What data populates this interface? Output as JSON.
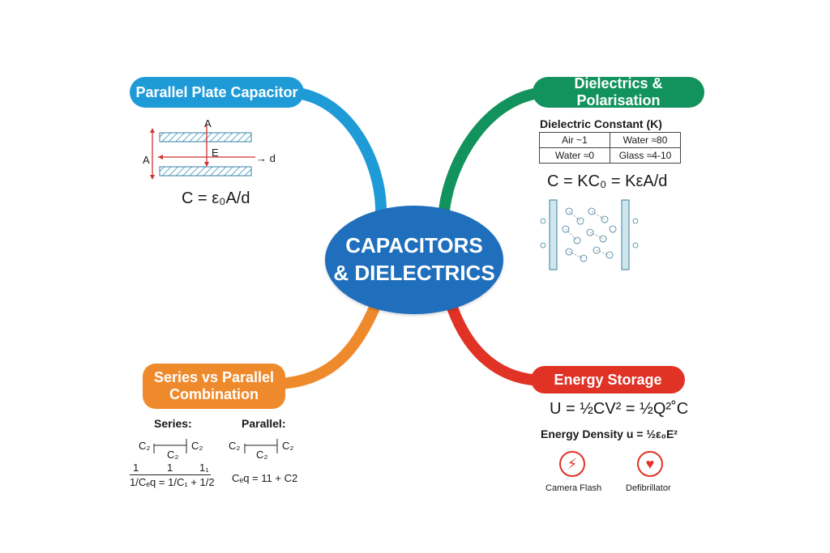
{
  "center": {
    "line1": "CAPACITORS",
    "line2": "& DIELECTRICS"
  },
  "colors": {
    "parallel_blue": "#1e9bd7",
    "dielectric_green": "#12925c",
    "series_orange": "#ef8a2c",
    "energy_red": "#e03225",
    "center_blue": "#1f6fbd"
  },
  "parallel_plate": {
    "title": "Parallel Plate Capacitor",
    "label_A_top": "A",
    "label_A_left": "A",
    "label_E": "E",
    "label_d": "→ d",
    "formula": "C = ε₀A/d"
  },
  "dielectrics": {
    "title": "Dielectrics & Polarisation",
    "table_title": "Dielectric Constant (K)",
    "table": [
      [
        "Air ~1",
        "Water ≈80"
      ],
      [
        "Water ≈0",
        "Glass ≈4-10"
      ]
    ],
    "formula": "C = KC₀ = KεA/d"
  },
  "series_parallel": {
    "title_line1": "Series vs Parallel",
    "title_line2": "Combination",
    "series_label": "Series:",
    "parallel_label": "Parallel:",
    "series_c_left": "C₂",
    "series_c_right": "C₂",
    "series_c_bottom": "C₂",
    "parallel_c_left": "C₂",
    "parallel_c_right": "C₂",
    "parallel_c_bottom": "C₂",
    "series_ones": [
      "1",
      "1",
      "1₁"
    ],
    "series_formula": "1/Cₑq = 1/C₁ + 1/2",
    "parallel_formula": "Cₑq = 11 + C2"
  },
  "energy": {
    "title": "Energy Storage",
    "formula": "U = ½CV² = ½Q²˚C",
    "density": "Energy Density u = ½ε₀E²",
    "app1": "Camera Flash",
    "app2": "Defibrillator",
    "app1_icon": "lightning-icon",
    "app2_icon": "heart-pulse-icon"
  }
}
